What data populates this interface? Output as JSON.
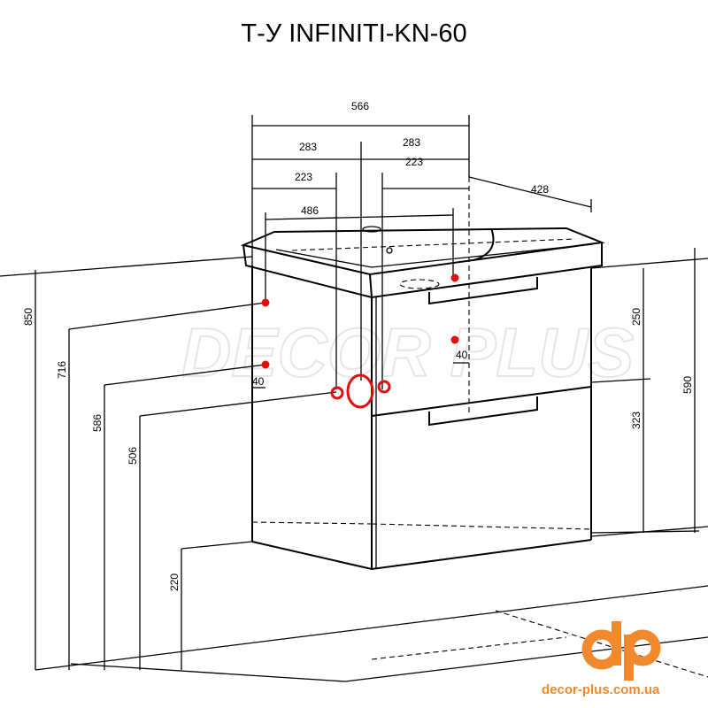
{
  "title": "Т-У INFINITI-KN-60",
  "watermark": "DECOR PLUS",
  "dimensions": {
    "width_total": "566",
    "half_left": "283",
    "half_right": "283",
    "offset_left": "223",
    "offset_right": "223",
    "basin_width": "486",
    "depth": "428",
    "height_total": "850",
    "h_716": "716",
    "h_586": "586",
    "h_506": "506",
    "h_220": "220",
    "drawer_top": "250",
    "drawer_bottom": "323",
    "body_height": "590",
    "offset_40_left": "40",
    "offset_40_front": "40"
  },
  "logo": {
    "mark": "dp",
    "site": "decor-plus.com.ua"
  },
  "colors": {
    "markers": "#e01010",
    "brand": "#f08a2c"
  }
}
